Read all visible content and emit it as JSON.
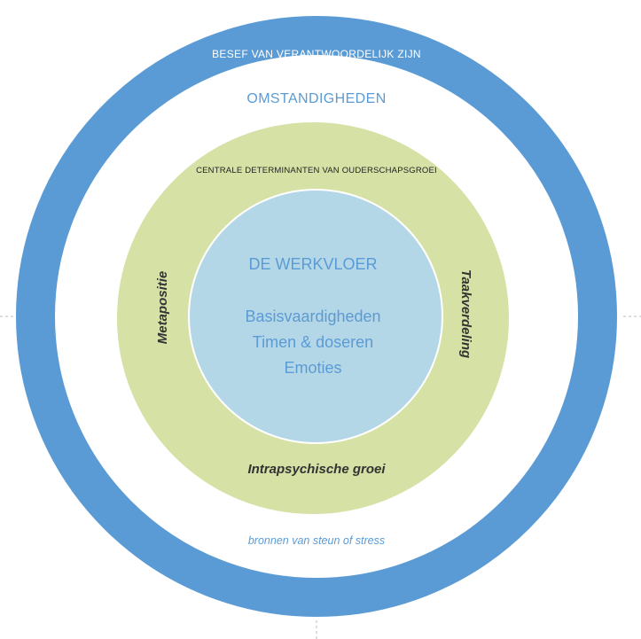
{
  "outer_ring": {
    "label": "BESEF VAN VERANTWOORDELIJK ZIJN",
    "color": "#5b9bd5"
  },
  "circumstances": {
    "label": "OMSTANDIGHEDEN",
    "bottom_label": "bronnen van steun of stress"
  },
  "determinants_ring": {
    "label": "CENTRALE DETERMINANTEN VAN OUDERSCHAPSGROEI",
    "left_label": "Metapositie",
    "right_label": "Taakverdeling",
    "bottom_label": "Intrapsychische groei",
    "color": "#d6e1a6"
  },
  "core": {
    "title": "DE WERKVLOER",
    "items": [
      "Basisvaardigheden",
      "Timen & doseren",
      "Emoties"
    ],
    "color": "#b4d7e7"
  }
}
